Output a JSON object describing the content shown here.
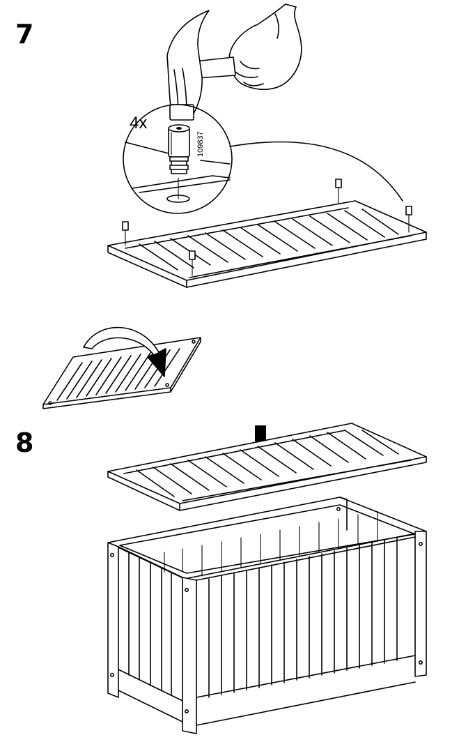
{
  "steps": [
    {
      "number": "7",
      "quantity": "4x",
      "part_number": "109837"
    },
    {
      "number": "8"
    }
  ],
  "icons": {
    "hammer": "hammer-icon",
    "hand": "hand-icon",
    "plug": "wooden-plug-icon",
    "flip_arrow": "flip-arrow-icon",
    "down_arrow": "down-arrow-icon"
  }
}
